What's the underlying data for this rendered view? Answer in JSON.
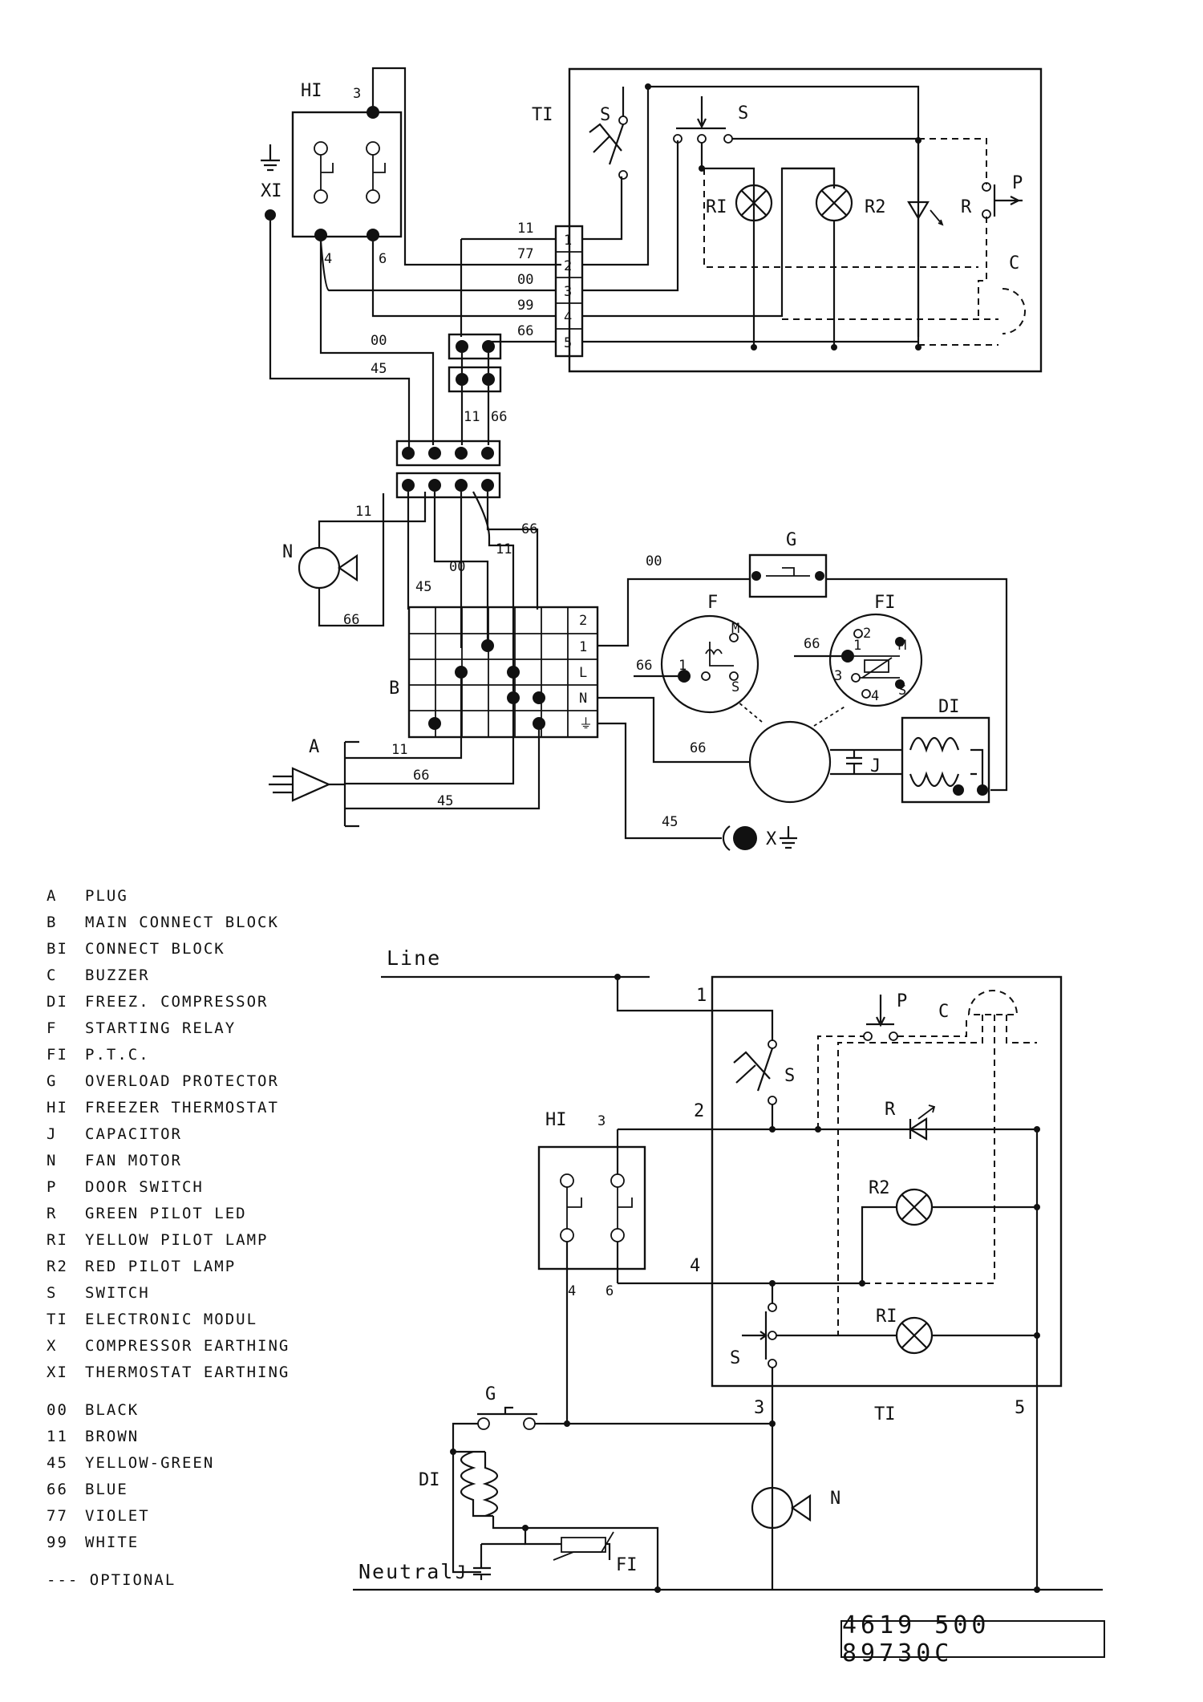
{
  "top_diagram": {
    "labels": {
      "H1": "HI",
      "X1": "XI",
      "T1": "TI",
      "S": "S",
      "R1": "RI",
      "R2": "R2",
      "R": "R",
      "P": "P",
      "C": "C",
      "N": "N",
      "B": "B",
      "A": "A",
      "G": "G",
      "F": "F",
      "F1": "FI",
      "D1": "DI",
      "J": "J",
      "X": "X"
    },
    "h1_pins": [
      "3",
      "4",
      "6"
    ],
    "t1_terminals": [
      "1",
      "2",
      "3",
      "4",
      "5"
    ],
    "t1_wire_codes": [
      "11",
      "77",
      "00",
      "99",
      "66"
    ],
    "block_b_rows": [
      "2",
      "1",
      "L",
      "N",
      "⏚"
    ],
    "relay_pins": [
      "1",
      "2",
      "3",
      "4",
      "M",
      "S"
    ],
    "wire_codes": {
      "w00": "00",
      "w45": "45",
      "w11": "11",
      "w66": "66"
    }
  },
  "bottom_diagram": {
    "line_label": "Line",
    "neutral_label": "Neutral",
    "t1_label": "TI",
    "nodes": [
      "1",
      "2",
      "3",
      "4",
      "5",
      "6"
    ],
    "labels": {
      "S": "S",
      "P": "P",
      "C": "C",
      "R": "R",
      "R2": "R2",
      "R1": "RI",
      "H1": "HI",
      "G": "G",
      "D1": "DI",
      "J": "J",
      "F1": "FI",
      "N": "N"
    }
  },
  "legend": {
    "components": [
      {
        "code": "A",
        "name": "PLUG"
      },
      {
        "code": "B",
        "name": "MAIN CONNECT BLOCK"
      },
      {
        "code": "BI",
        "name": "CONNECT BLOCK"
      },
      {
        "code": "C",
        "name": "BUZZER"
      },
      {
        "code": "DI",
        "name": "FREEZ. COMPRESSOR"
      },
      {
        "code": "F",
        "name": "STARTING RELAY"
      },
      {
        "code": "FI",
        "name": "P.T.C."
      },
      {
        "code": "G",
        "name": "OVERLOAD PROTECTOR"
      },
      {
        "code": "HI",
        "name": "FREEZER THERMOSTAT"
      },
      {
        "code": "J",
        "name": "CAPACITOR"
      },
      {
        "code": "N",
        "name": "FAN MOTOR"
      },
      {
        "code": "P",
        "name": "DOOR SWITCH"
      },
      {
        "code": "R",
        "name": "GREEN PILOT LED"
      },
      {
        "code": "RI",
        "name": "YELLOW PILOT LAMP"
      },
      {
        "code": "R2",
        "name": "RED PILOT LAMP"
      },
      {
        "code": "S",
        "name": "SWITCH"
      },
      {
        "code": "TI",
        "name": "ELECTRONIC MODUL"
      },
      {
        "code": "X",
        "name": "COMPRESSOR EARTHING"
      },
      {
        "code": "XI",
        "name": "THERMOSTAT EARTHING"
      }
    ],
    "colors": [
      {
        "code": "00",
        "name": "BLACK"
      },
      {
        "code": "11",
        "name": "BROWN"
      },
      {
        "code": "45",
        "name": "YELLOW-GREEN"
      },
      {
        "code": "66",
        "name": "BLUE"
      },
      {
        "code": "77",
        "name": "VIOLET"
      },
      {
        "code": "99",
        "name": "WHITE"
      }
    ],
    "optional_note": "--- OPTIONAL"
  },
  "document_number": "4619 500 89730C"
}
